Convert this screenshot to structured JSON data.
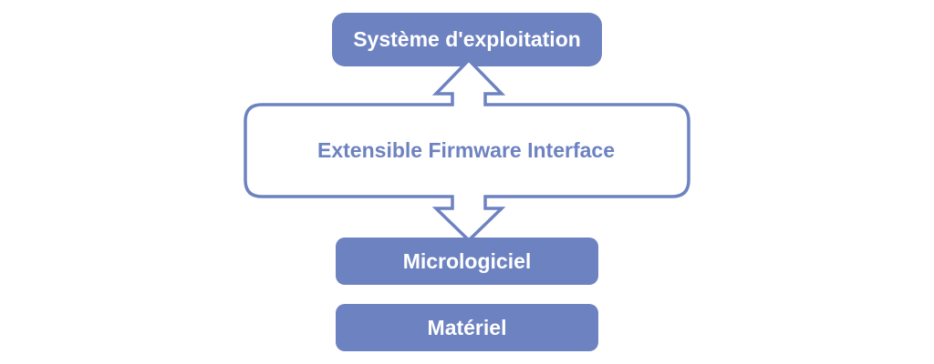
{
  "diagram": {
    "os_label": "Système d'exploitation",
    "efi_label": "Extensible Firmware Interface",
    "firmware_label": "Micrologiciel",
    "hardware_label": "Matériel"
  },
  "colors": {
    "accent": "#6d82c0",
    "text_on_accent": "#ffffff",
    "background": "#ffffff"
  }
}
